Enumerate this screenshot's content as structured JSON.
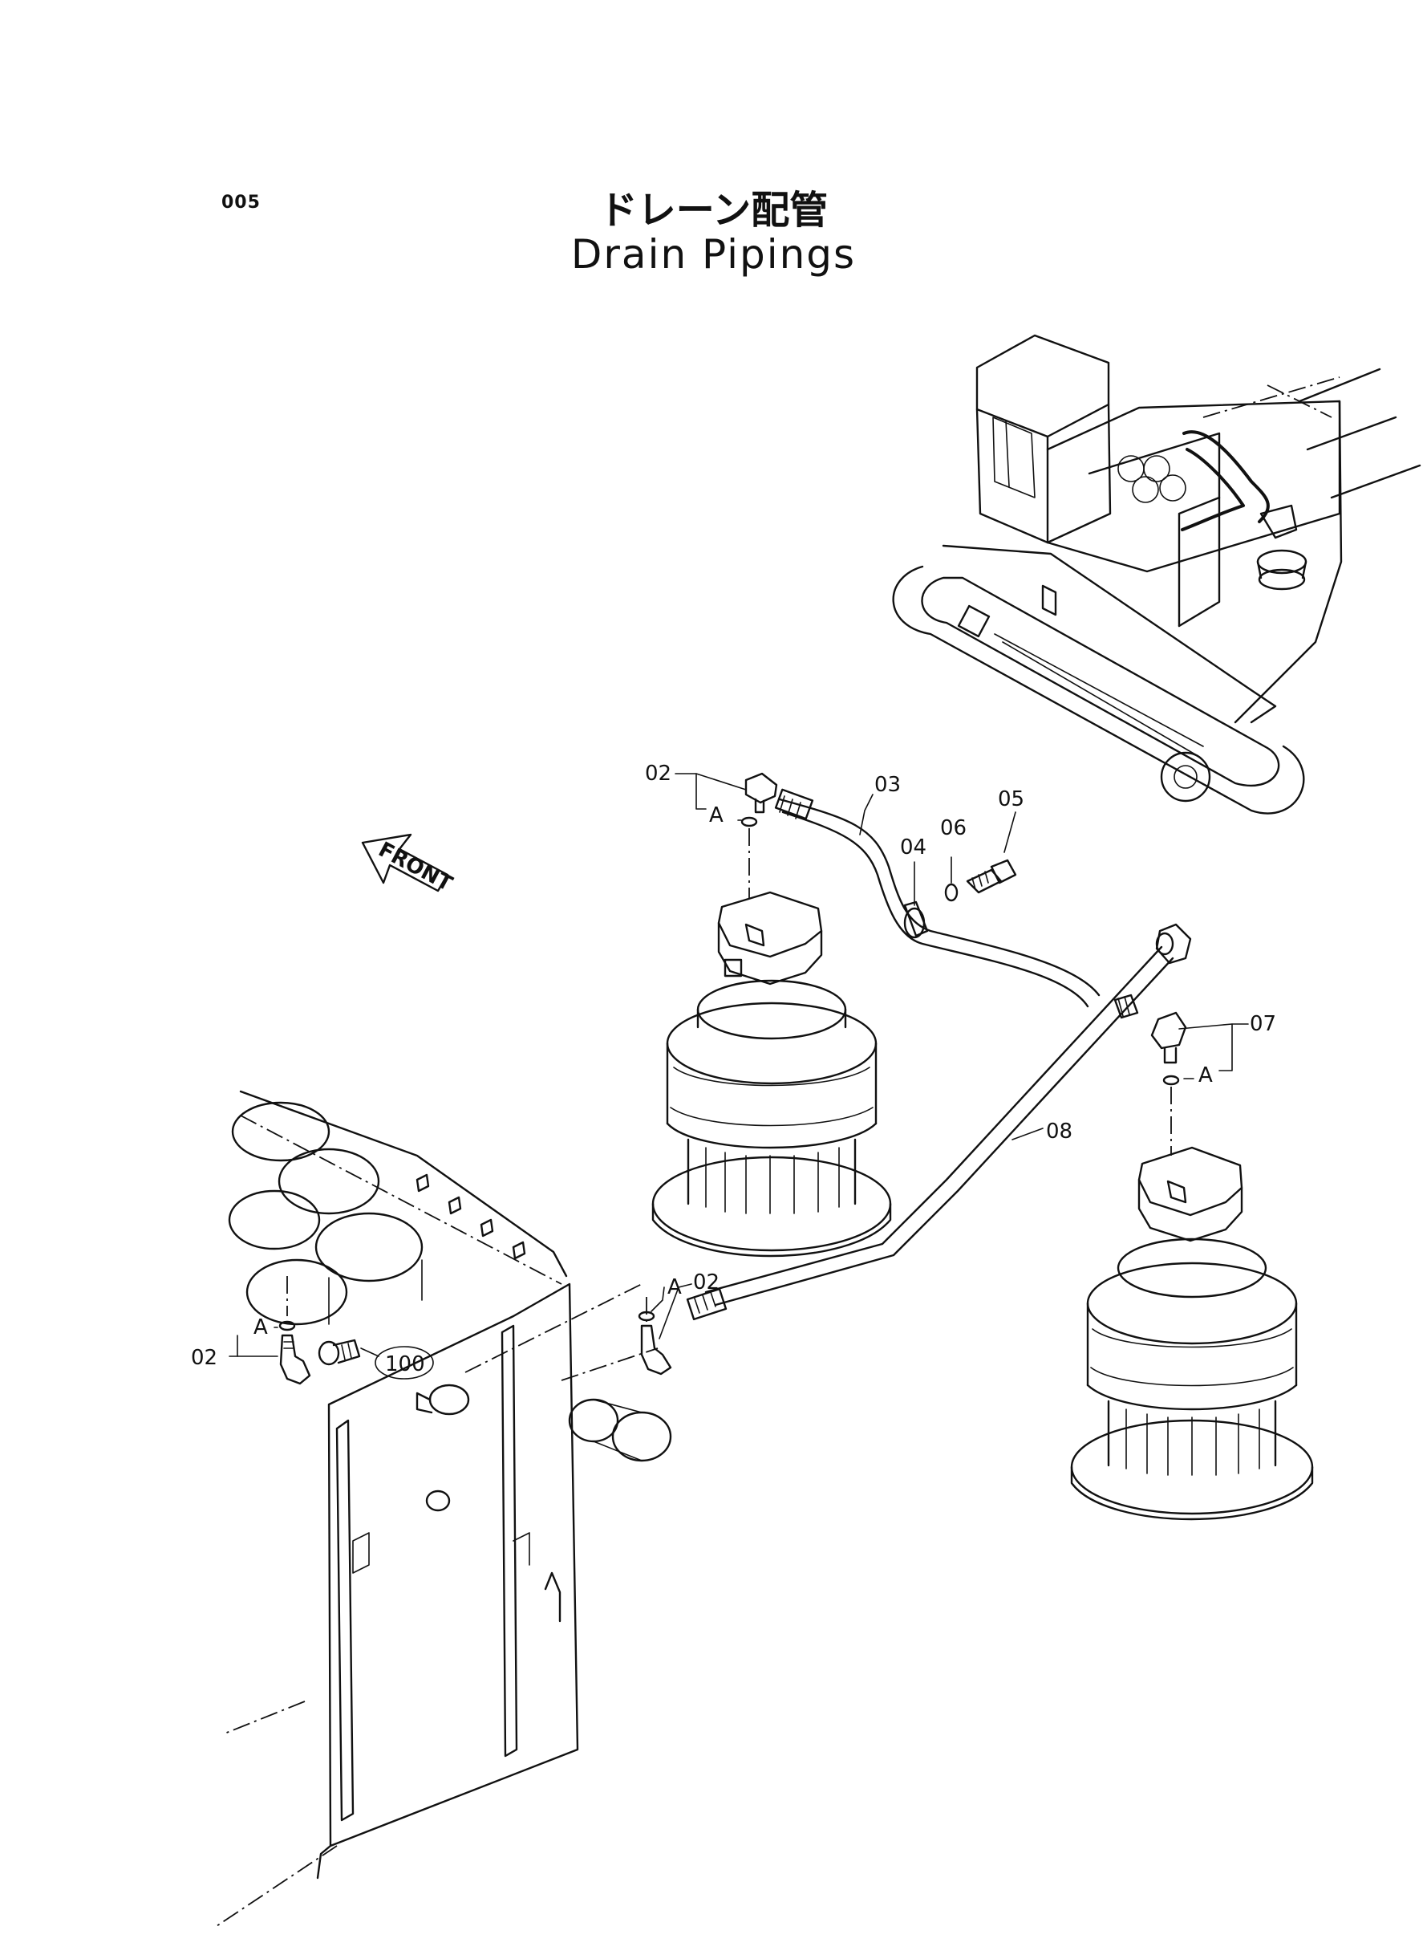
{
  "page_number": "005",
  "title_jp": "ドレーン配管",
  "title_en": "Drain  Pipings",
  "front_arrow": "FRONT",
  "callouts": {
    "c02_top": "02",
    "cA_top": "A",
    "c03": "03",
    "c04": "04",
    "c06": "06",
    "c05": "05",
    "c07": "07",
    "cA_right": "A",
    "c08": "08",
    "cA_mid": "A",
    "c02_mid": "02",
    "cA_left": "A",
    "c02_left": "02",
    "c100": "100"
  }
}
